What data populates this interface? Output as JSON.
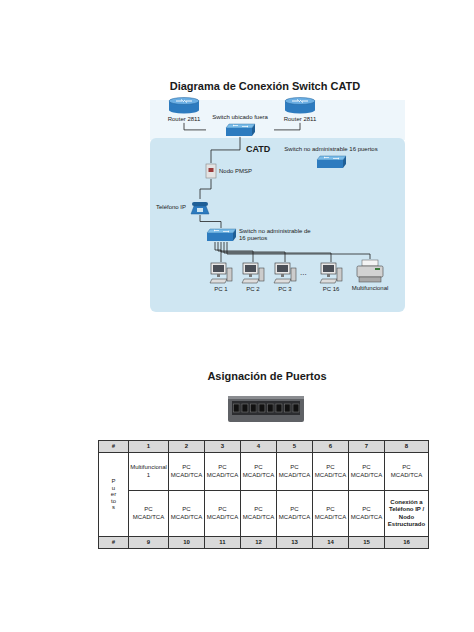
{
  "diagram": {
    "title": "Diagrama de Conexión Switch CATD",
    "nodes": [
      {
        "text": [
          "Router 2811"
        ]
      },
      {
        "text": [
          "Switch ubicado fuera"
        ]
      },
      {
        "text": [
          "Router 2811"
        ]
      },
      {
        "text": [
          "CATD"
        ]
      },
      {
        "text": [
          "Switch no administrable 16 puertos"
        ],
        "in": 3
      },
      {
        "text": [
          "Nodo PMSP"
        ],
        "in": 3
      },
      {
        "text": [
          "Teléfono IP"
        ],
        "in": 3
      },
      {
        "text": [
          "Switch no administrable de 16 puertos"
        ],
        "in": 3
      },
      {
        "text": [
          "PC 1"
        ],
        "in": 3
      },
      {
        "text": [
          "PC 2"
        ],
        "in": 3
      },
      {
        "text": [
          "PC 3"
        ],
        "in": 3
      },
      {
        "text": [
          "PC 16"
        ],
        "in": 3
      },
      {
        "text": [
          "Multifuncional"
        ],
        "in": 3
      }
    ],
    "edges": [
      {
        "from": 0,
        "to": 1,
        "arrow": "none"
      },
      {
        "from": 2,
        "to": 1,
        "arrow": "none"
      },
      {
        "from": 1,
        "to": 5,
        "arrow": "none"
      },
      {
        "from": 5,
        "to": 6,
        "arrow": "none"
      },
      {
        "from": 6,
        "to": 7,
        "arrow": "none"
      },
      {
        "from": 7,
        "to": 8,
        "arrow": "none"
      },
      {
        "from": 7,
        "to": 9,
        "arrow": "none"
      },
      {
        "from": 7,
        "to": 10,
        "arrow": "none"
      },
      {
        "from": 7,
        "to": 11,
        "arrow": "none"
      },
      {
        "from": 7,
        "to": 12,
        "arrow": "none"
      }
    ],
    "labels": [
      "...",
      "Asignación de Puertos",
      "#",
      "1",
      "2",
      "3",
      "4",
      "5",
      "6",
      "7",
      "8",
      "Puertos",
      "Multifuncional 1",
      "PC MCAD/TCA",
      "PC MCAD/TCA",
      "PC MCAD/TCA",
      "PC MCAD/TCA",
      "PC MCAD/TCA",
      "PC MCAD/TCA",
      "PC MCAD/TCA",
      "PC MCAD/TCA",
      "PC MCAD/TCA",
      "PC MCAD/TCA",
      "PC MCAD/TCA",
      "PC MCAD/TCA",
      "PC MCAD/TCA",
      "PC MCAD/TCA",
      "Conexión a Teléfono IP / Nodo Estructurado",
      "#",
      "9",
      "10",
      "11",
      "12",
      "13",
      "14",
      "15",
      "16"
    ]
  }
}
